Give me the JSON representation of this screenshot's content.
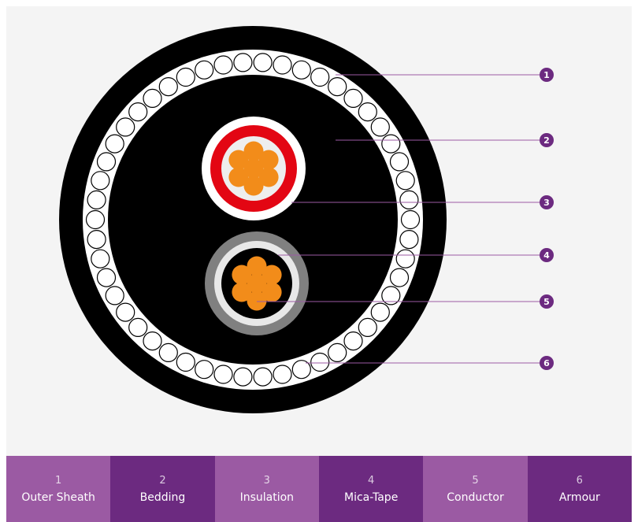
{
  "callouts": [
    "1",
    "2",
    "3",
    "4",
    "5",
    "6"
  ],
  "legend": [
    {
      "number": "1",
      "label": "Outer Sheath"
    },
    {
      "number": "2",
      "label": "Bedding"
    },
    {
      "number": "3",
      "label": "Insulation"
    },
    {
      "number": "4",
      "label": "Mica-Tape"
    },
    {
      "number": "5",
      "label": "Conductor"
    },
    {
      "number": "6",
      "label": "Armour"
    }
  ],
  "colors": {
    "panel_background": "#f4f4f4",
    "sheath": "#000000",
    "armour_wire": "#ffffff",
    "insulation_red": "#e30613",
    "mica_tape_grey": "#808080",
    "conductor_orange": "#f28c1a",
    "callout_purple": "#6c2a80",
    "leader_line": "#9b5aa3",
    "legend_light": "#9b5aa3",
    "legend_dark": "#6c2a80"
  }
}
